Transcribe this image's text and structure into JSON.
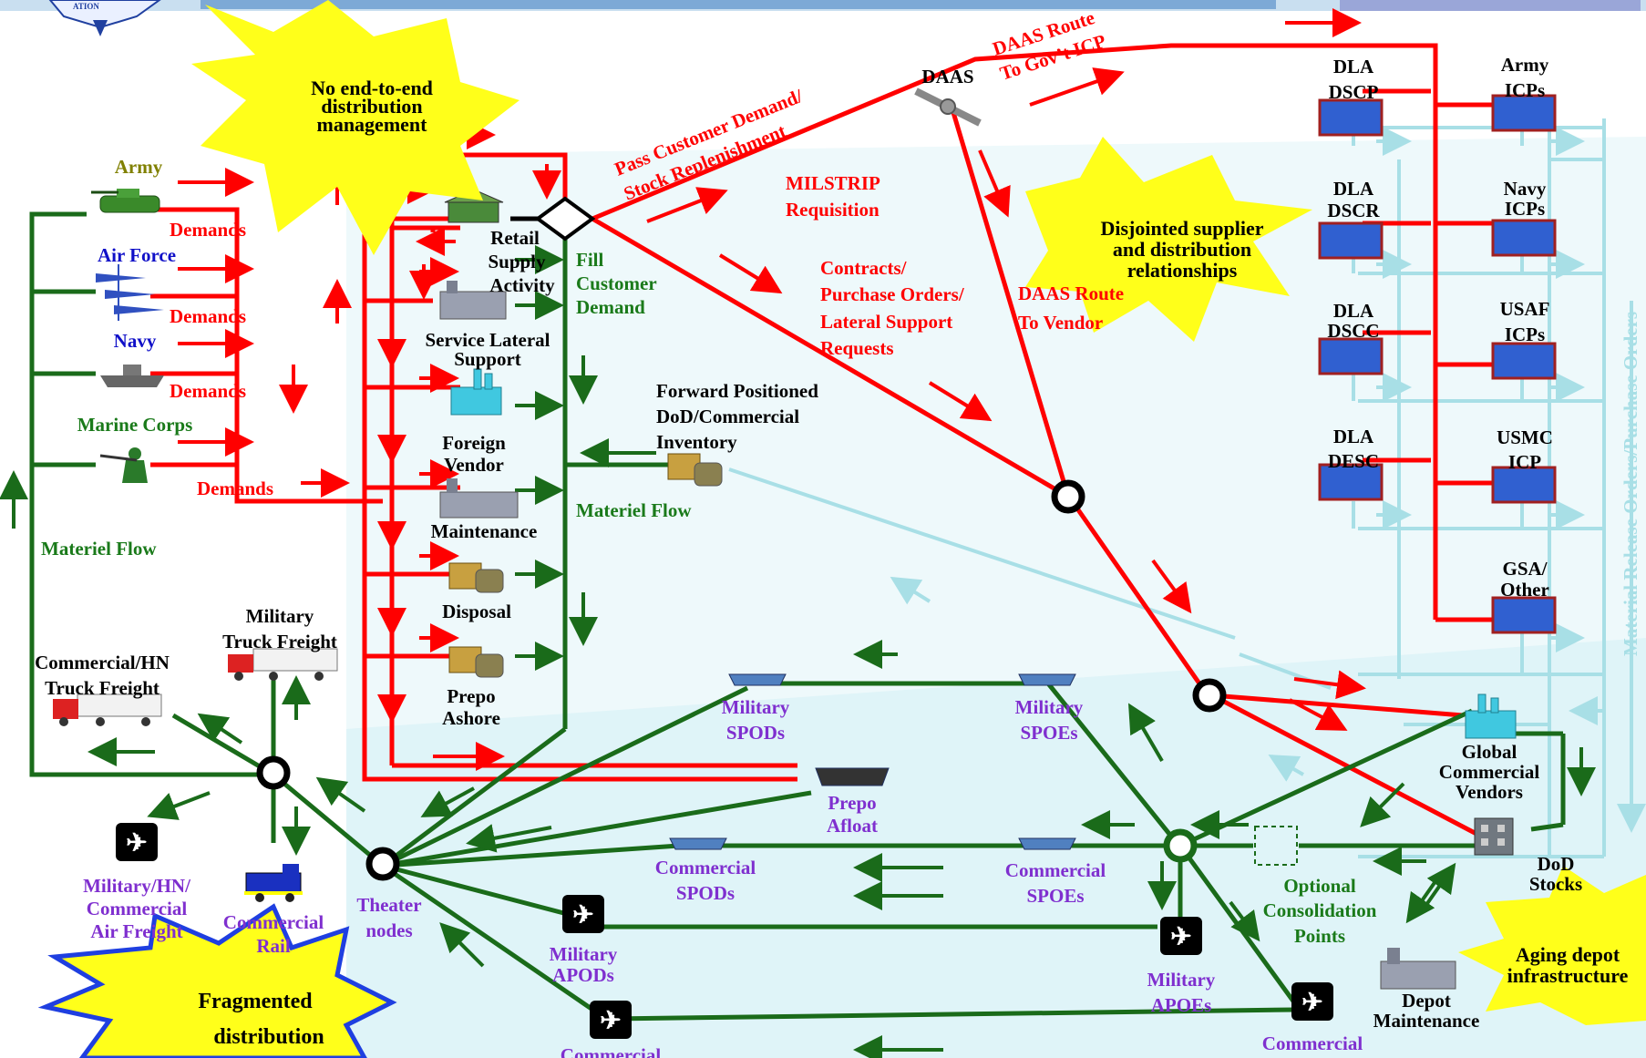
{
  "colors": {
    "demand": "#ff0000",
    "materiel": "#1a6b1a",
    "release": "#a8dfe6",
    "starburst_fill": "#ffff1a",
    "starburst_stroke": "#1f3fe0",
    "purple_text": "#7f2fcf",
    "army_text": "#808000",
    "blue_text": "#1010c8",
    "green_text": "#1a7a1a",
    "background_tint": "#e6f7fa"
  },
  "callouts": {
    "no_e2e": [
      "No end-to-end",
      "distribution",
      "management"
    ],
    "disjointed": [
      "Disjointed supplier",
      "and distribution",
      "relationships"
    ],
    "fragmented": [
      "Fragmented",
      "distribution"
    ],
    "aging": [
      "Aging depot",
      "infrastructure"
    ]
  },
  "services": {
    "army": "Army",
    "air_force": "Air Force",
    "navy": "Navy",
    "marines": "Marine Corps",
    "demands": "Demands"
  },
  "labels": {
    "materiel_flow": "Materiel Flow",
    "retail": [
      "Retail",
      "Supply",
      "Activity"
    ],
    "fill": [
      "Fill",
      "Customer",
      "Demand"
    ],
    "service_lateral": [
      "Service Lateral",
      "Support"
    ],
    "foreign_vendor": [
      "Foreign",
      "Vendor"
    ],
    "maintenance": "Maintenance",
    "disposal": "Disposal",
    "prepo_ashore": [
      "Prepo",
      "Ashore"
    ],
    "forward_inventory": [
      "Forward Positioned",
      "DoD/Commercial",
      "Inventory"
    ],
    "pass_demand": [
      "Pass Customer Demand/",
      "Stock Replenishment"
    ],
    "milstrip": [
      "MILSTRIP",
      "Requisition"
    ],
    "contracts": [
      "Contracts/",
      "Purchase Orders/",
      "Lateral Support",
      "Requests"
    ],
    "daas": "DAAS",
    "daas_route_icp": [
      "DAAS Route",
      "To Gov’t ICP"
    ],
    "daas_route_vendor": [
      "DAAS Route",
      "To Vendor"
    ],
    "dla_dscp": [
      "DLA",
      "DSCP"
    ],
    "dla_dscr": [
      "DLA",
      "DSCR"
    ],
    "dla_dscc": [
      "DLA",
      "DSCC"
    ],
    "dla_desc": [
      "DLA",
      "DESC"
    ],
    "army_icps": [
      "Army",
      "ICPs"
    ],
    "navy_icps": [
      "Navy",
      "ICPs"
    ],
    "usaf_icps": [
      "USAF",
      "ICPs"
    ],
    "usmc_icp": [
      "USMC",
      "ICP"
    ],
    "gsa_other": [
      "GSA/",
      "Other"
    ],
    "vertical": "Material Release Orders/Purchase Orders",
    "global_vendors": [
      "Global",
      "Commercial",
      "Vendors"
    ],
    "dod_stocks": [
      "DoD",
      "Stocks"
    ],
    "optional_consol": [
      "Optional",
      "Consolidation",
      "Points"
    ],
    "depot_maint": [
      "Depot",
      "Maintenance"
    ],
    "military_spods": [
      "Military",
      "SPODs"
    ],
    "military_spoes": [
      "Military",
      "SPOEs"
    ],
    "commercial_spods": [
      "Commercial",
      "SPODs"
    ],
    "commercial_spoes": [
      "Commercial",
      "SPOEs"
    ],
    "military_apods": [
      "Military",
      "APODs"
    ],
    "military_apoes": [
      "Military",
      "APOEs"
    ],
    "commercial_apods": "Commercial",
    "commercial_apoes": "Commercial",
    "prepo_afloat": [
      "Prepo",
      "Afloat"
    ],
    "theater_nodes": [
      "Theater",
      "nodes"
    ],
    "commercial_rail": [
      "Commercial",
      "Rail"
    ],
    "mil_hn_air": [
      "Military/HN/",
      "Commercial",
      "Air Freight"
    ],
    "mil_truck": [
      "Military",
      "Truck Freight"
    ],
    "comm_truck": [
      "Commercial/HN",
      "Truck Freight"
    ],
    "logo": "ATION"
  }
}
